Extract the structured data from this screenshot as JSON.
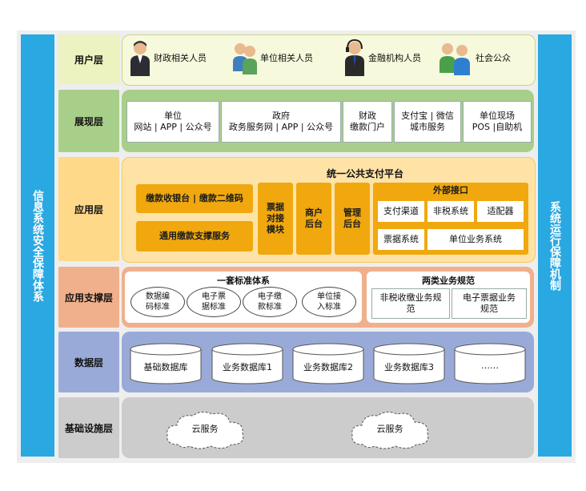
{
  "sides": {
    "left": "信息系统安全保障体系",
    "right": "系统运行保障机制"
  },
  "layers": {
    "user": "用户层",
    "presentation": "展现层",
    "application": "应用层",
    "support": "应用支撑层",
    "data": "数据层",
    "infra": "基础设施层"
  },
  "users": [
    "财政相关人员",
    "单位相关人员",
    "金融机构人员",
    "社会公众"
  ],
  "presentation": [
    {
      "line1": "单位",
      "line2": "网站 | APP | 公众号"
    },
    {
      "line1": "政府",
      "line2": "政务服务网 | APP | 公众号"
    },
    {
      "line1": "财政",
      "line2": "缴款门户"
    },
    {
      "line1": "支付宝 | 微信",
      "line2": "城市服务"
    },
    {
      "line1": "单位现场",
      "line2": "POS |自助机"
    }
  ],
  "application": {
    "platform_title": "统一公共支付平台",
    "counter": "缴款收银台 | 缴款二维码",
    "general_support": "通用缴款支撑服务",
    "modules": [
      [
        "票据",
        "对接",
        "模块"
      ],
      [
        "商户",
        "后台"
      ],
      [
        "管理",
        "后台"
      ]
    ],
    "external": {
      "title": "外部接口",
      "items": [
        "支付渠道",
        "非税系统",
        "适配器",
        "票据系统",
        "单位业务系统"
      ]
    }
  },
  "support": {
    "standards_title": "一套标准体系",
    "standards": [
      [
        "数据编",
        "码标准"
      ],
      [
        "电子票",
        "据标准"
      ],
      [
        "电子缴",
        "款标准"
      ],
      [
        "单位接",
        "入标准"
      ]
    ],
    "specs_title": "两类业务规范",
    "specs": [
      [
        "非税收缴业务规",
        "范"
      ],
      [
        "电子票据业务",
        "规范"
      ]
    ]
  },
  "data": [
    "基础数据库",
    "业务数据库1",
    "业务数据库2",
    "业务数据库3",
    "……"
  ],
  "infra": [
    "云服务",
    "云服务"
  ],
  "colors": {
    "side": "#2aa8e2",
    "user": "#ecf2c0",
    "presentation": "#a8cf8a",
    "application": "#ffd98a",
    "orange": "#f0a80e",
    "support": "#f0b08c",
    "data": "#9aaad8",
    "infra": "#cccccc"
  }
}
